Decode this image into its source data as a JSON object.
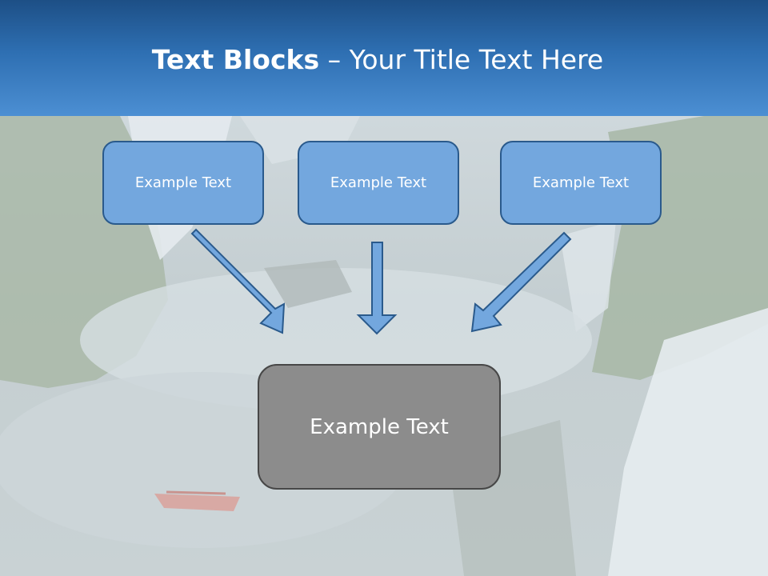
{
  "header": {
    "title_bold": "Text Blocks",
    "title_separator": " – ",
    "title_rest": "Your Title Text Here"
  },
  "blocks": {
    "top": [
      {
        "label": "Example Text"
      },
      {
        "label": "Example Text"
      },
      {
        "label": "Example Text"
      }
    ],
    "bottom": {
      "label": "Example Text"
    }
  },
  "colors": {
    "header": "#2e6fb2",
    "top_box_fill": "#73a7de",
    "top_box_border": "#2a5a8c",
    "bottom_box_fill": "#8c8c8c",
    "bottom_box_border": "#474747",
    "arrow_fill": "#73a7de",
    "arrow_border": "#2a5a8c"
  }
}
